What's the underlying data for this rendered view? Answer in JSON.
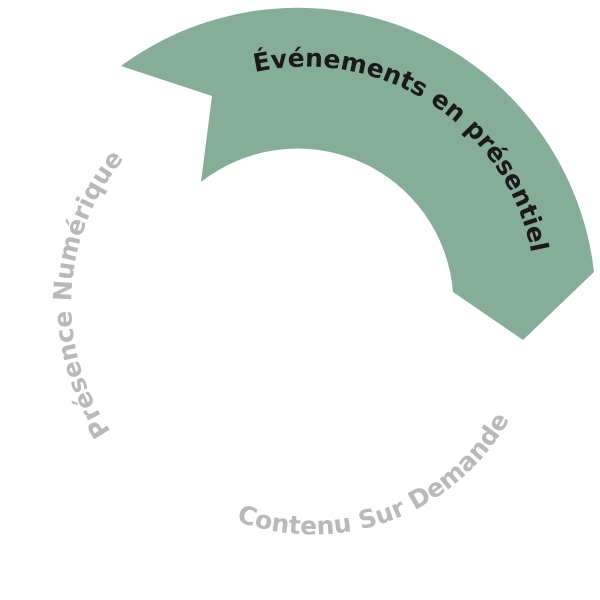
{
  "segments": [
    {
      "label": "Événements en présentiel",
      "active": true
    },
    {
      "label": "Contenu Sur Demande",
      "active": false
    },
    {
      "label": "Présence Numérique",
      "active": false
    }
  ],
  "colors": {
    "active_fill": "#86ad9a",
    "active_text": "#1a1a1a",
    "inactive_text": "#b9b9b9",
    "background": "#ffffff"
  }
}
